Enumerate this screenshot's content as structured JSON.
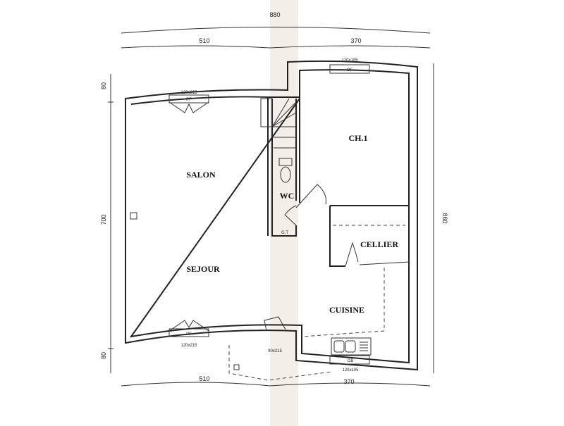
{
  "dimensions": {
    "top_total": "880",
    "top_left": "510",
    "top_right": "370",
    "bottom_left": "510",
    "bottom_right": "370",
    "left_top": "80",
    "left_middle": "700",
    "left_bottom": "80",
    "right_total": "860"
  },
  "rooms": {
    "salon": "SALON",
    "sejour": "SEJOUR",
    "chambre": "CH.1",
    "wc": "WC",
    "cellier": "CELLIER",
    "cuisine": "CUISINE"
  },
  "openings": {
    "top_door_size": "120x215",
    "top_door_type": "PF",
    "bottom_door_size": "120x215",
    "bottom_door_type": "PF",
    "entry_door_size": "90x215",
    "top_window_size": "120x105",
    "top_window_type": "OF",
    "kitchen_window_size": "120x105",
    "kitchen_window_type": "OB",
    "wc_label": "G.T"
  }
}
